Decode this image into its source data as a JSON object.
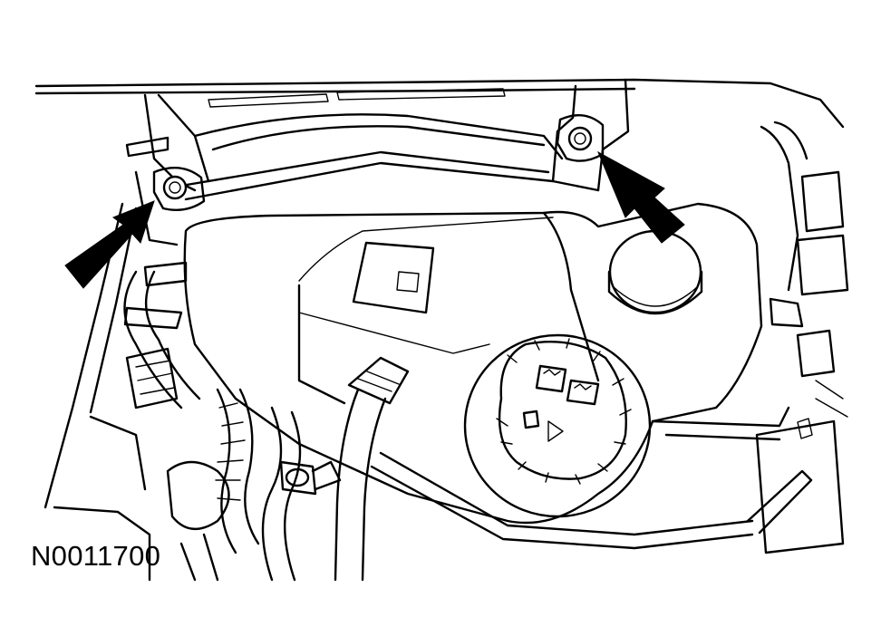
{
  "figure": {
    "id_label": "N0011700",
    "callouts": [
      {
        "name": "left-mounting-bolt",
        "arrow": "left-arrow"
      },
      {
        "name": "right-mounting-bolt",
        "arrow": "right-arrow"
      }
    ]
  }
}
